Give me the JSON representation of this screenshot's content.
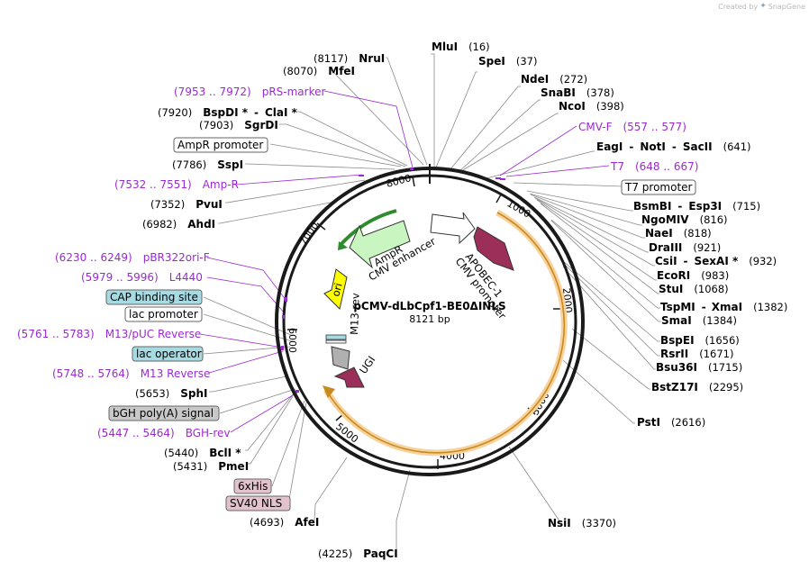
{
  "credit": {
    "prefix": "Created by",
    "brand": "SnapGene"
  },
  "plasmid": {
    "name": "pCMV-dLbCpf1-BE0ΔINLS",
    "size": "8121 bp"
  },
  "ticks": [
    "1000",
    "2000",
    "3000",
    "4000",
    "5000",
    "6000",
    "7000",
    "8000"
  ],
  "enzymes": [
    {
      "name": "MluI",
      "pos": "(16)"
    },
    {
      "name": "SpeI",
      "pos": "(37)"
    },
    {
      "name": "NdeI",
      "pos": "(272)"
    },
    {
      "name": "SnaBI",
      "pos": "(378)"
    },
    {
      "name": "NcoI",
      "pos": "(398)"
    },
    {
      "name": "EagI",
      "sep1": "-",
      "name2": "NotI",
      "sep2": "-",
      "name3": "SacII",
      "pos": "(641)"
    },
    {
      "name": "BsmBI",
      "sep1": "-",
      "name2": "Esp3I",
      "pos": "(715)"
    },
    {
      "name": "NgoMIV",
      "pos": "(816)"
    },
    {
      "name": "NaeI",
      "pos": "(818)"
    },
    {
      "name": "DraIII",
      "pos": "(921)"
    },
    {
      "name": "CsiI",
      "sep1": "-",
      "name2": "SexAI *",
      "pos": "(932)"
    },
    {
      "name": "EcoRI",
      "pos": "(983)"
    },
    {
      "name": "StuI",
      "pos": "(1068)"
    },
    {
      "name": "TspMI",
      "sep1": "-",
      "name2": "XmaI",
      "pos": "(1382)"
    },
    {
      "name": "SmaI",
      "pos": "(1384)"
    },
    {
      "name": "BspEI",
      "pos": "(1656)"
    },
    {
      "name": "RsrII",
      "pos": "(1671)"
    },
    {
      "name": "Bsu36I",
      "pos": "(1715)"
    },
    {
      "name": "BstZ17I",
      "pos": "(2295)"
    },
    {
      "name": "PstI",
      "pos": "(2616)"
    },
    {
      "name": "NsiI",
      "pos": "(3370)"
    },
    {
      "name": "PaqCI",
      "pos": "(4225)"
    },
    {
      "name": "AfeI",
      "pos": "(4693)"
    },
    {
      "name": "PmeI",
      "pos": "(5431)"
    },
    {
      "name": "BclI *",
      "pos": "(5440)"
    },
    {
      "name": "SphI",
      "pos": "(5653)"
    },
    {
      "name": "AhdI",
      "pos": "(6982)"
    },
    {
      "name": "PvuI",
      "pos": "(7352)"
    },
    {
      "name": "SspI",
      "pos": "(7786)"
    },
    {
      "name": "SgrDI",
      "pos": "(7903)"
    },
    {
      "name": "BspDI *",
      "sep1": "-",
      "name2": "ClaI *",
      "pos": "(7920)"
    },
    {
      "name": "MfeI",
      "pos": "(8070)"
    },
    {
      "name": "NruI",
      "pos": "(8117)"
    }
  ],
  "primers": [
    {
      "name": "CMV-F",
      "range": "(557 .. 577)"
    },
    {
      "name": "T7",
      "range": "(648 .. 667)"
    },
    {
      "name": "pRS-marker",
      "range": "(7953 .. 7972)"
    },
    {
      "name": "Amp-R",
      "range": "(7532 .. 7551)"
    },
    {
      "name": "pBR322ori-F",
      "range": "(6230 .. 6249)"
    },
    {
      "name": "L4440",
      "range": "(5979 .. 5996)"
    },
    {
      "name": "M13/pUC Reverse",
      "range": "(5761 .. 5783)"
    },
    {
      "name": "M13 Reverse",
      "range": "(5748 .. 5764)"
    },
    {
      "name": "BGH-rev",
      "range": "(5447 .. 5464)"
    }
  ],
  "boxes": [
    {
      "label": "AmpR promoter",
      "fill": "#ffffff"
    },
    {
      "label": "T7 promoter",
      "fill": "#ffffff"
    },
    {
      "label": "CAP binding site",
      "fill": "#a6dbe3"
    },
    {
      "label": "lac promoter",
      "fill": "#ffffff"
    },
    {
      "label": "lac operator",
      "fill": "#a6dbe3"
    },
    {
      "label": "bGH poly(A) signal",
      "fill": "#c8c8c8"
    },
    {
      "label": "6xHis",
      "fill": "#e2c2cc"
    },
    {
      "label": "SV40 NLS",
      "fill": "#e2c2cc"
    }
  ],
  "features": [
    {
      "label": "AmpR",
      "color": "#c9f5c0"
    },
    {
      "label": "CMV enhancer",
      "color": "#ffffff"
    },
    {
      "label": "APOBEC-1",
      "color": "#9b2f5a"
    },
    {
      "label": "CMV promoter",
      "color": "#ffffff"
    },
    {
      "label": "ori",
      "color": "#ffff00"
    },
    {
      "label": "M13 rev",
      "color": "#ffffff"
    },
    {
      "label": "UGI",
      "color": "#9b2f5a"
    }
  ],
  "colors": {
    "primer": "#9a2bd0",
    "cds_orange": "#f4a62a",
    "ori_yellow": "#ffff00",
    "ampr_green": "#c9f5c0",
    "maroon": "#9b2f5a"
  }
}
